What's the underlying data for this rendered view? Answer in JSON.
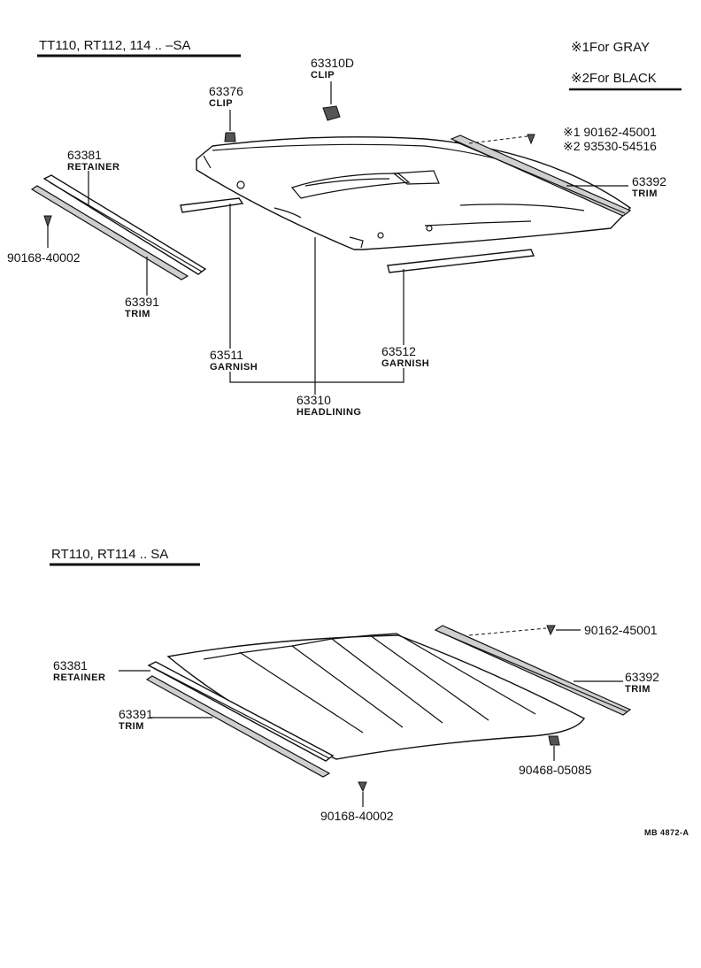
{
  "sections": {
    "top_header": "TT110, RT112, 114 .. –SA",
    "bottom_header": "RT110, RT114 .. SA"
  },
  "legend": {
    "note1": "※1For GRAY",
    "note2": "※2For BLACK"
  },
  "top": {
    "clip_d_num": "63310D",
    "clip_d_name": "CLIP",
    "clip_num": "63376",
    "clip_name": "CLIP",
    "retainer_num": "63381",
    "retainer_name": "RETAINER",
    "screw_num": "90168-40002",
    "trim_left_num": "63391",
    "trim_left_name": "TRIM",
    "screw_right_1": "※1 90162-45001",
    "screw_right_2": "※2 93530-54516",
    "trim_right_num": "63392",
    "trim_right_name": "TRIM",
    "garnish_l_num": "63511",
    "garnish_l_name": "GARNISH",
    "garnish_r_num": "63512",
    "garnish_r_name": "GARNISH",
    "headlining_num": "63310",
    "headlining_name": "HEADLINING"
  },
  "bottom": {
    "retainer_num": "63381",
    "retainer_name": "RETAINER",
    "trim_left_num": "63391",
    "trim_left_name": "TRIM",
    "screw_right": "90162-45001",
    "trim_right_num": "63392",
    "trim_right_name": "TRIM",
    "clip_num": "90468-05085",
    "screw_left": "90168-40002",
    "code": "MB 4872-A"
  }
}
